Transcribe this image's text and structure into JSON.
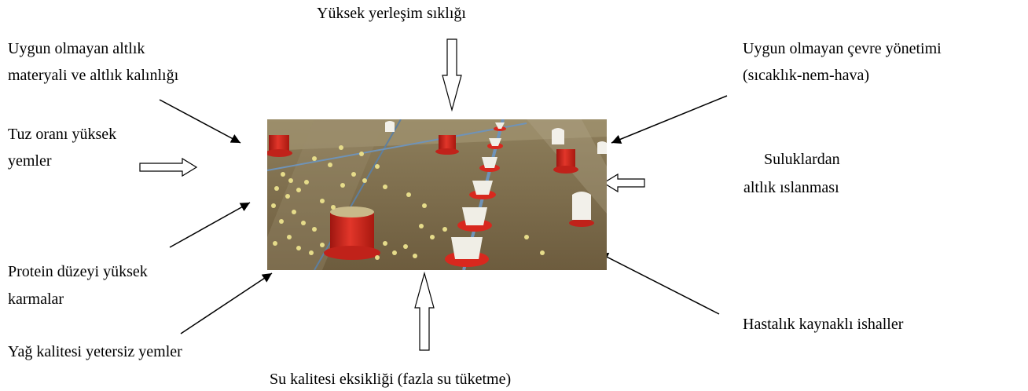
{
  "labels": {
    "top": "Yüksek yerleşim sıklığı",
    "litter_line1": "Uygun olmayan altlık",
    "litter_line2": "materyali ve altlık kalınlığı",
    "salt_line1": "Tuz oranı yüksek",
    "salt_line2": "yemler",
    "protein_line1": "Protein düzeyi yüksek",
    "protein_line2": "karmalar",
    "fat": "Yağ kalitesi yetersiz yemler",
    "env_line1": "Uygun olmayan çevre yönetimi",
    "env_line2": "(sıcaklık-nem-hava)",
    "drinker_line1": "Suluklardan",
    "drinker_line2": "altlık ıslanması",
    "disease": "Hastalık kaynaklı ishaller",
    "bottom": "Su kalitesi eksikliği (fazla su tüketme)"
  },
  "colors": {
    "floor": "#7a6a4a",
    "floor_dark": "#5e5036",
    "feeder_red": "#d8281e",
    "chick_yellow": "#e6dc8a",
    "drinker_white": "#f2f0ea",
    "pipe_blue": "#6f93b8",
    "arrow": "#000000"
  }
}
